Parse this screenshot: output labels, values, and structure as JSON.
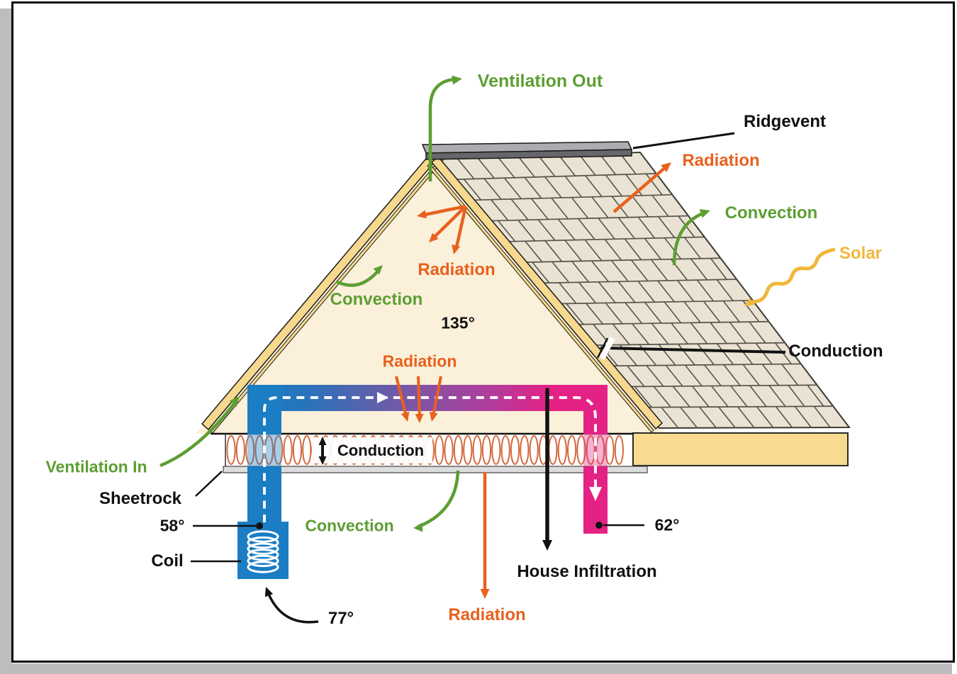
{
  "diagram": {
    "labels": {
      "ventilation_out": "Ventilation Out",
      "ridgevent": "Ridgevent",
      "radiation_roof": "Radiation",
      "convection_roof": "Convection",
      "solar": "Solar",
      "conduction_roof": "Conduction",
      "radiation_attic": "Radiation",
      "convection_attic": "Convection",
      "attic_temp": "135°",
      "radiation_ceiling": "Radiation",
      "conduction_insulation": "Conduction",
      "ventilation_in": "Ventilation In",
      "sheetrock": "Sheetrock",
      "supply_temp": "58°",
      "coil": "Coil",
      "convection_duct": "Convection",
      "coil_entering_temp": "77°",
      "radiation_below": "Radiation",
      "house_infiltration": "House Infiltration",
      "return_temp": "62°"
    },
    "colors": {
      "green": "#5C9E33",
      "orange": "#E8611E",
      "yellow": "#F0B73C",
      "blue_duct": "#1B7DC3",
      "pink_duct": "#E42285",
      "purple_mid": "#7A57A4",
      "cream": "#FBF0DA",
      "deck_yellow": "#F6D98E",
      "fascia_yellow": "#F8DB90",
      "shingle": "#EAE3D3",
      "shingle_line": "#57544C",
      "ridge_gray_top": "#ABABB0",
      "ridge_gray_front": "#66666B",
      "insulation_loop": "#D4693F",
      "sheetrock_gray": "#DDDDDD",
      "ink": "#111111"
    }
  }
}
